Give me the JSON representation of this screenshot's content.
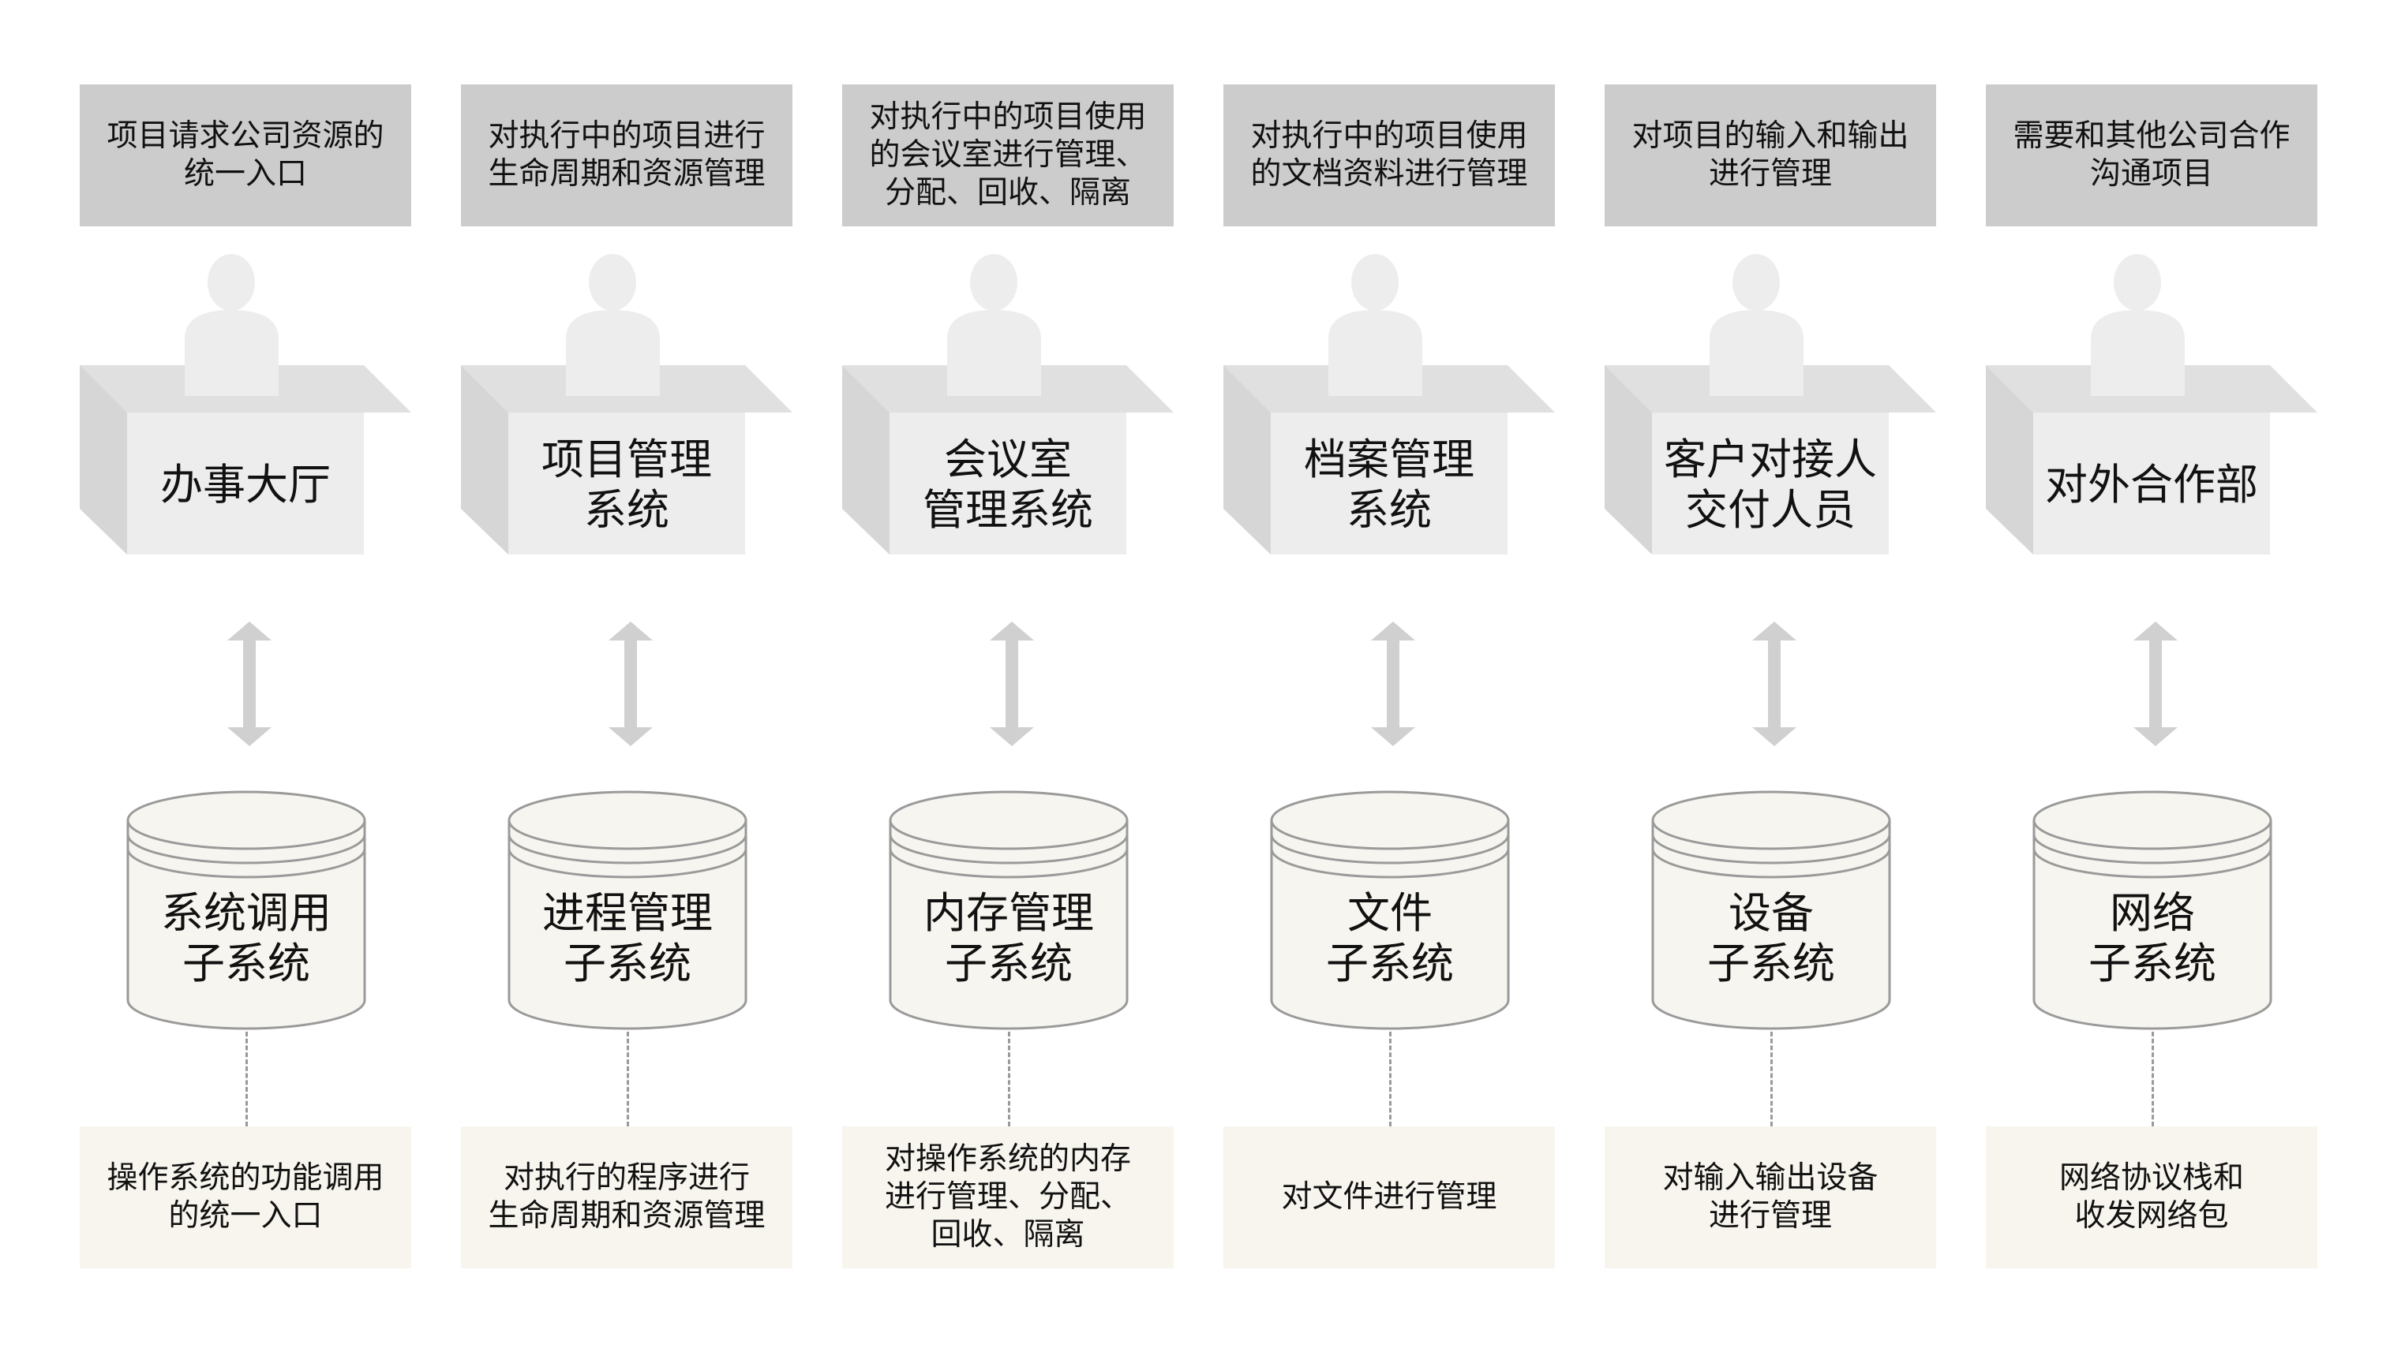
{
  "colors": {
    "top_box": "#cccccc",
    "desk_front": "#ededed",
    "desk_top": "#e0e0e0",
    "desk_side": "#d6d6d6",
    "person": "#ededed",
    "arrow": "#d0d0d0",
    "cylinder_fill": "#f7f5ef",
    "cylinder_stroke": "#9a9a9a",
    "bottom_box": "#f7f5ee"
  },
  "columns": [
    {
      "top": [
        "项目请求公司资源的",
        "统一入口"
      ],
      "desk": [
        "办事大厅"
      ],
      "cylinder": [
        "系统调用",
        "子系统"
      ],
      "bottom": [
        "操作系统的功能调用",
        "的统一入口"
      ]
    },
    {
      "top": [
        "对执行中的项目进行",
        "生命周期和资源管理"
      ],
      "desk": [
        "项目管理",
        "系统"
      ],
      "cylinder": [
        "进程管理",
        "子系统"
      ],
      "bottom": [
        "对执行的程序进行",
        "生命周期和资源管理"
      ]
    },
    {
      "top": [
        "对执行中的项目使用",
        "的会议室进行管理、",
        "分配、回收、隔离"
      ],
      "desk": [
        "会议室",
        "管理系统"
      ],
      "cylinder": [
        "内存管理",
        "子系统"
      ],
      "bottom": [
        "对操作系统的内存",
        "进行管理、分配、",
        "回收、隔离"
      ]
    },
    {
      "top": [
        "对执行中的项目使用",
        "的文档资料进行管理"
      ],
      "desk": [
        "档案管理",
        "系统"
      ],
      "cylinder": [
        "文件",
        "子系统"
      ],
      "bottom": [
        "对文件进行管理"
      ]
    },
    {
      "top": [
        "对项目的输入和输出",
        "进行管理"
      ],
      "desk": [
        "客户对接人",
        "交付人员"
      ],
      "cylinder": [
        "设备",
        "子系统"
      ],
      "bottom": [
        "对输入输出设备",
        "进行管理"
      ]
    },
    {
      "top": [
        "需要和其他公司合作",
        "沟通项目"
      ],
      "desk": [
        "对外合作部"
      ],
      "cylinder": [
        "网络",
        "子系统"
      ],
      "bottom": [
        "网络协议栈和",
        "收发网络包"
      ]
    }
  ]
}
